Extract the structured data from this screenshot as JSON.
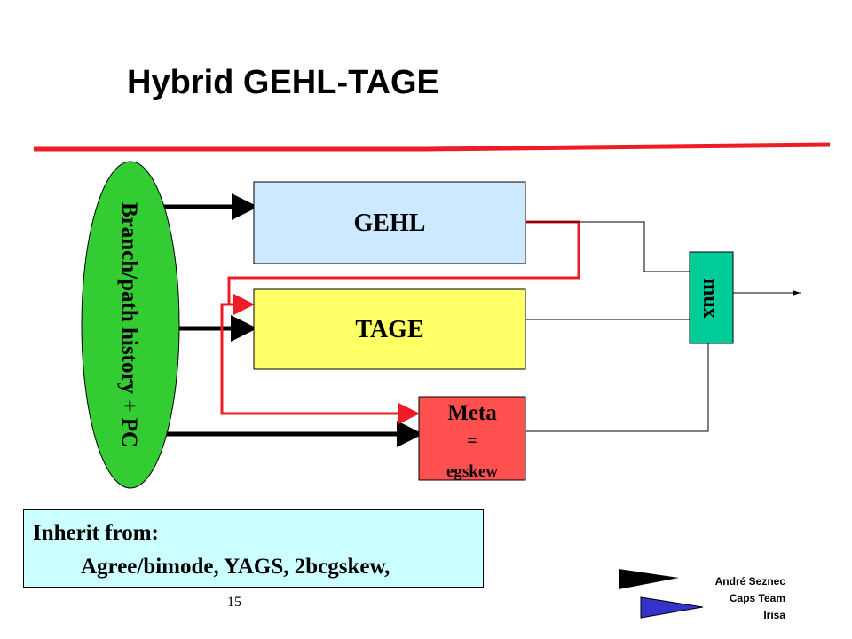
{
  "slide": {
    "title": "Hybrid GEHL-TAGE",
    "slide_number": "15"
  },
  "diagram": {
    "history_label": "Branch/path history + PC",
    "gehl_label": "GEHL",
    "tage_label": "TAGE",
    "meta_label_line1": "Meta",
    "meta_label_line2": "=",
    "meta_label_line3": "egskew",
    "mux_label": "mux"
  },
  "inherit": {
    "title": "Inherit from:",
    "list": "Agree/bimode, YAGS, 2bcgskew,"
  },
  "footer": {
    "author_line1": "André Seznec",
    "author_line2": "Caps Team",
    "author_line3": "Irisa"
  },
  "colors": {
    "title_rule": "#ee1c25",
    "history_fill": "#33cc33",
    "gehl_fill": "#cce9ff",
    "tage_fill": "#ffff66",
    "meta_fill": "#ff5050",
    "mux_fill": "#00cc99",
    "inherit_fill": "#ccffff",
    "logo_black": "#000000",
    "logo_blue": "#3333cc"
  }
}
